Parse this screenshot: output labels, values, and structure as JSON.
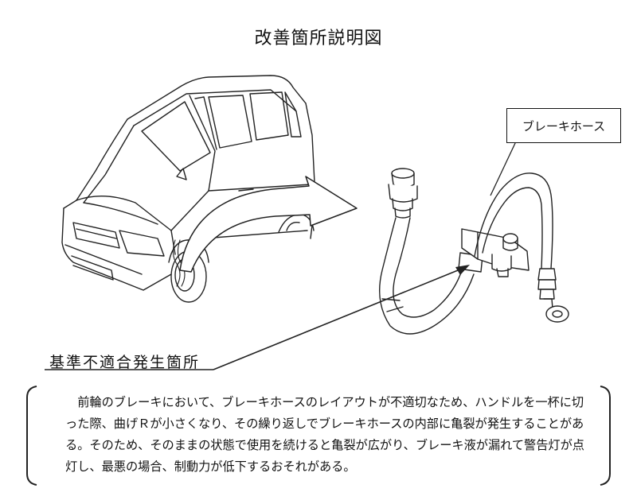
{
  "title": "改善箇所説明図",
  "hose_label": "ブレーキホース",
  "defect_label": "基準不適合発生箇所",
  "description": "前輪のブレーキにおいて、ブレーキホースのレイアウトが不適切なため、ハンドルを一杯に切った際、曲げＲが小さくなり、その繰り返しでブレーキホースの内部に亀裂が発生することがある。そのため、そのままの状態で使用を続けると亀裂が広がり、ブレーキ液が漏れて警告灯が点灯し、最悪の場合、制動力が低下するおそれがある。"
}
